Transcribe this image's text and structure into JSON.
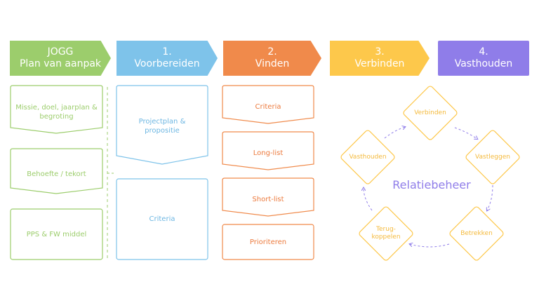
{
  "headers": {
    "jogg": [
      "JOGG",
      "Plan van aanpak"
    ],
    "voorbereiden": [
      "1.",
      "Voorbereiden"
    ],
    "vinden": [
      "2.",
      "Vinden"
    ],
    "verbinden": [
      "3.",
      "Verbinden"
    ],
    "vasthouden": [
      "4.",
      "Vasthouden"
    ]
  },
  "jogg_boxes": [
    "Missie, doel, jaarplan & begroting",
    "Behoefte / tekort",
    "PPS & FW middel"
  ],
  "voorbereiden_boxes": [
    "Projectplan & propositie",
    "Criteria"
  ],
  "vinden_boxes": [
    "Criteria",
    "Long-list",
    "Short-list",
    "Prioriteren"
  ],
  "cycle": {
    "title": "Relatiebeheer",
    "steps": [
      "Verbinden",
      "Vastleggen",
      "Betrekken",
      "Terug-\nkoppelen",
      "Vasthouden"
    ]
  },
  "colors": {
    "green": "#9ccd6c",
    "blue": "#7ec3ea",
    "orange": "#f08a4b",
    "yellow": "#fdc84b",
    "purple": "#8f7de9"
  }
}
